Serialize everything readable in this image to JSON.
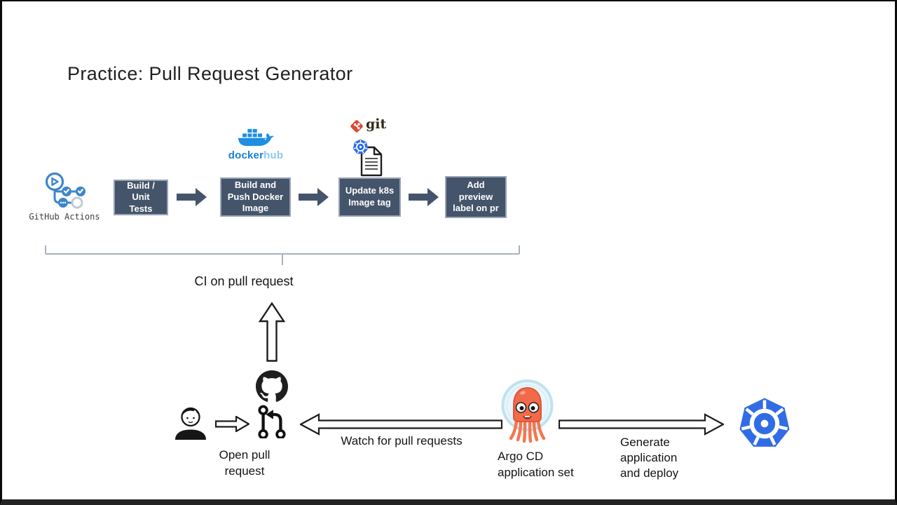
{
  "slide": {
    "title": "Practice: Pull Request Generator"
  },
  "ci_pipeline": {
    "source": {
      "label": "GitHub Actions"
    },
    "steps": [
      {
        "label": "Build /\nUnit\nTests"
      },
      {
        "label": "Build and\nPush Docker\nImage"
      },
      {
        "label": "Update k8s\nImage tag"
      },
      {
        "label": "Add\npreview\nlabel on pr"
      }
    ],
    "docker_hub": {
      "word_docker": "docker",
      "word_hub": "hub"
    },
    "git_logo_text": "git",
    "bracket_label": "CI on pull request"
  },
  "bottom_flow": {
    "open_pr_label": "Open pull\nrequest",
    "watch_label": "Watch for pull requests",
    "argo_label": "Argo CD\napplication set",
    "generate_label": "Generate\napplication\nand deploy"
  },
  "icons": {
    "github_actions": "github-actions-workflow",
    "docker_hub": "docker-whale",
    "git": "git-diamond",
    "k8s_manifest": "kubernetes-manifest-file",
    "github": "github-octocat",
    "pull_request": "git-pull-request",
    "user": "person",
    "argo_cd": "argo-cd-octopus",
    "kubernetes": "kubernetes-helm-wheel"
  },
  "colors": {
    "step_box": "#44546A",
    "step_box_border": "#9AA4B4",
    "docker_blue": "#1E8FE3",
    "docker_hub_light": "#8FC6EE",
    "git_red": "#DE4A35",
    "kubernetes_blue": "#326CE5",
    "argo_orange": "#F26A49",
    "actions_blue": "#3E86C8"
  }
}
